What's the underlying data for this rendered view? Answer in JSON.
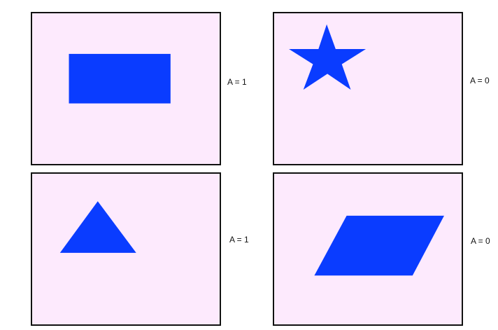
{
  "colors": {
    "panel_background": "#fdeafd",
    "shape_fill": "#0a3cff",
    "panel_border": "#111111"
  },
  "panels": [
    {
      "shape": "rectangle",
      "label": "A = 1"
    },
    {
      "shape": "star",
      "label": "A = 0"
    },
    {
      "shape": "triangle",
      "label": "A = 1"
    },
    {
      "shape": "parallelogram",
      "label": "A = 0"
    }
  ]
}
